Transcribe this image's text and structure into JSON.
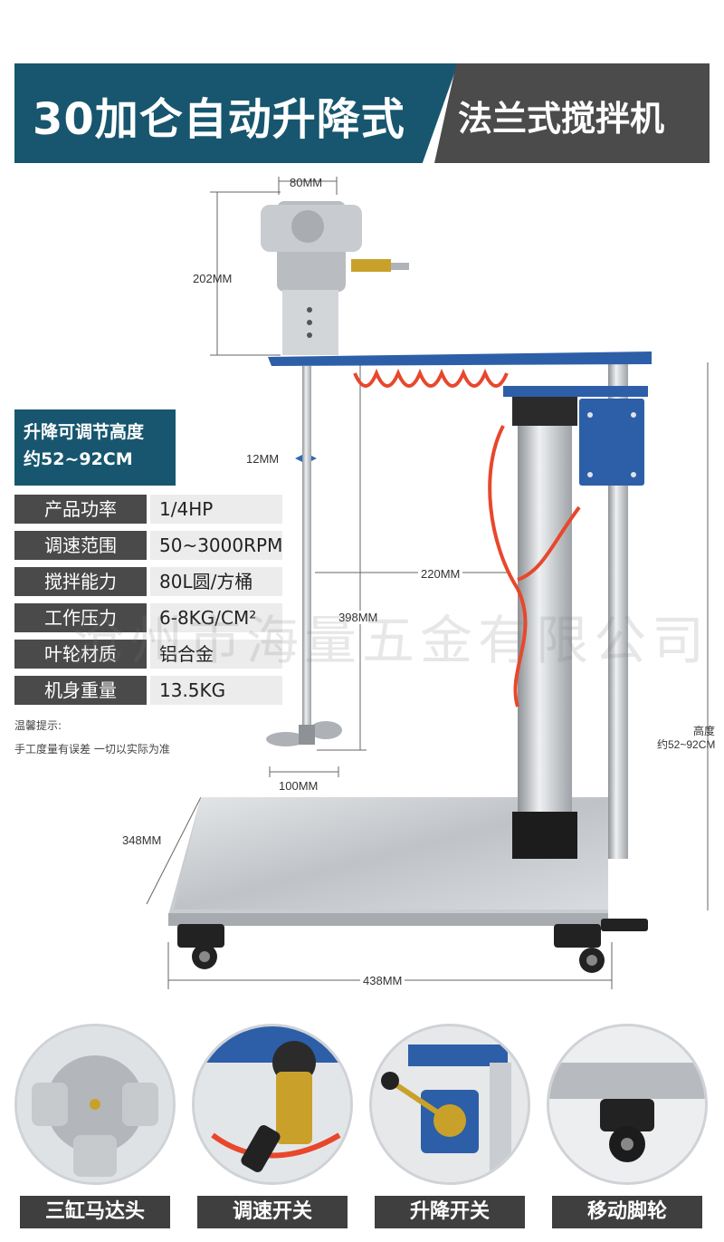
{
  "header": {
    "title_left": "30加仑自动升降式",
    "title_right": "法兰式搅拌机"
  },
  "dimensions": {
    "motor_width": "80MM",
    "motor_height": "202MM",
    "shaft_diameter": "12MM",
    "arm_length": "220MM",
    "shaft_length": "398MM",
    "impeller_width": "100MM",
    "base_depth": "348MM",
    "base_width": "438MM",
    "height_label": "高度",
    "height_range": "约52~92CM"
  },
  "height_box": {
    "line1": "升降可调节高度",
    "line2": "约52~92CM"
  },
  "specs": [
    {
      "label": "产品功率",
      "value": "1/4HP"
    },
    {
      "label": "调速范围",
      "value": "50~3000RPM"
    },
    {
      "label": "搅拌能力",
      "value": "80L圆/方桶"
    },
    {
      "label": "工作压力",
      "value": "6-8KG/CM²"
    },
    {
      "label": "叶轮材质",
      "value": "铝合金"
    },
    {
      "label": "机身重量",
      "value": "13.5KG"
    }
  ],
  "note": {
    "title": "温馨提示:",
    "text": "手工度量有误差 一切以实际为准"
  },
  "watermark": "沧州市海量五金有限公司",
  "features": [
    {
      "label": "三缸马达头",
      "icon": "motor-head-icon"
    },
    {
      "label": "调速开关",
      "icon": "speed-switch-icon"
    },
    {
      "label": "升降开关",
      "icon": "lift-switch-icon"
    },
    {
      "label": "移动脚轮",
      "icon": "caster-wheel-icon"
    }
  ],
  "colors": {
    "brand_blue": "#17566e",
    "dark_gray": "#4b4b4b",
    "hose_red": "#e8472c",
    "plate_blue": "#2d5fa8"
  }
}
